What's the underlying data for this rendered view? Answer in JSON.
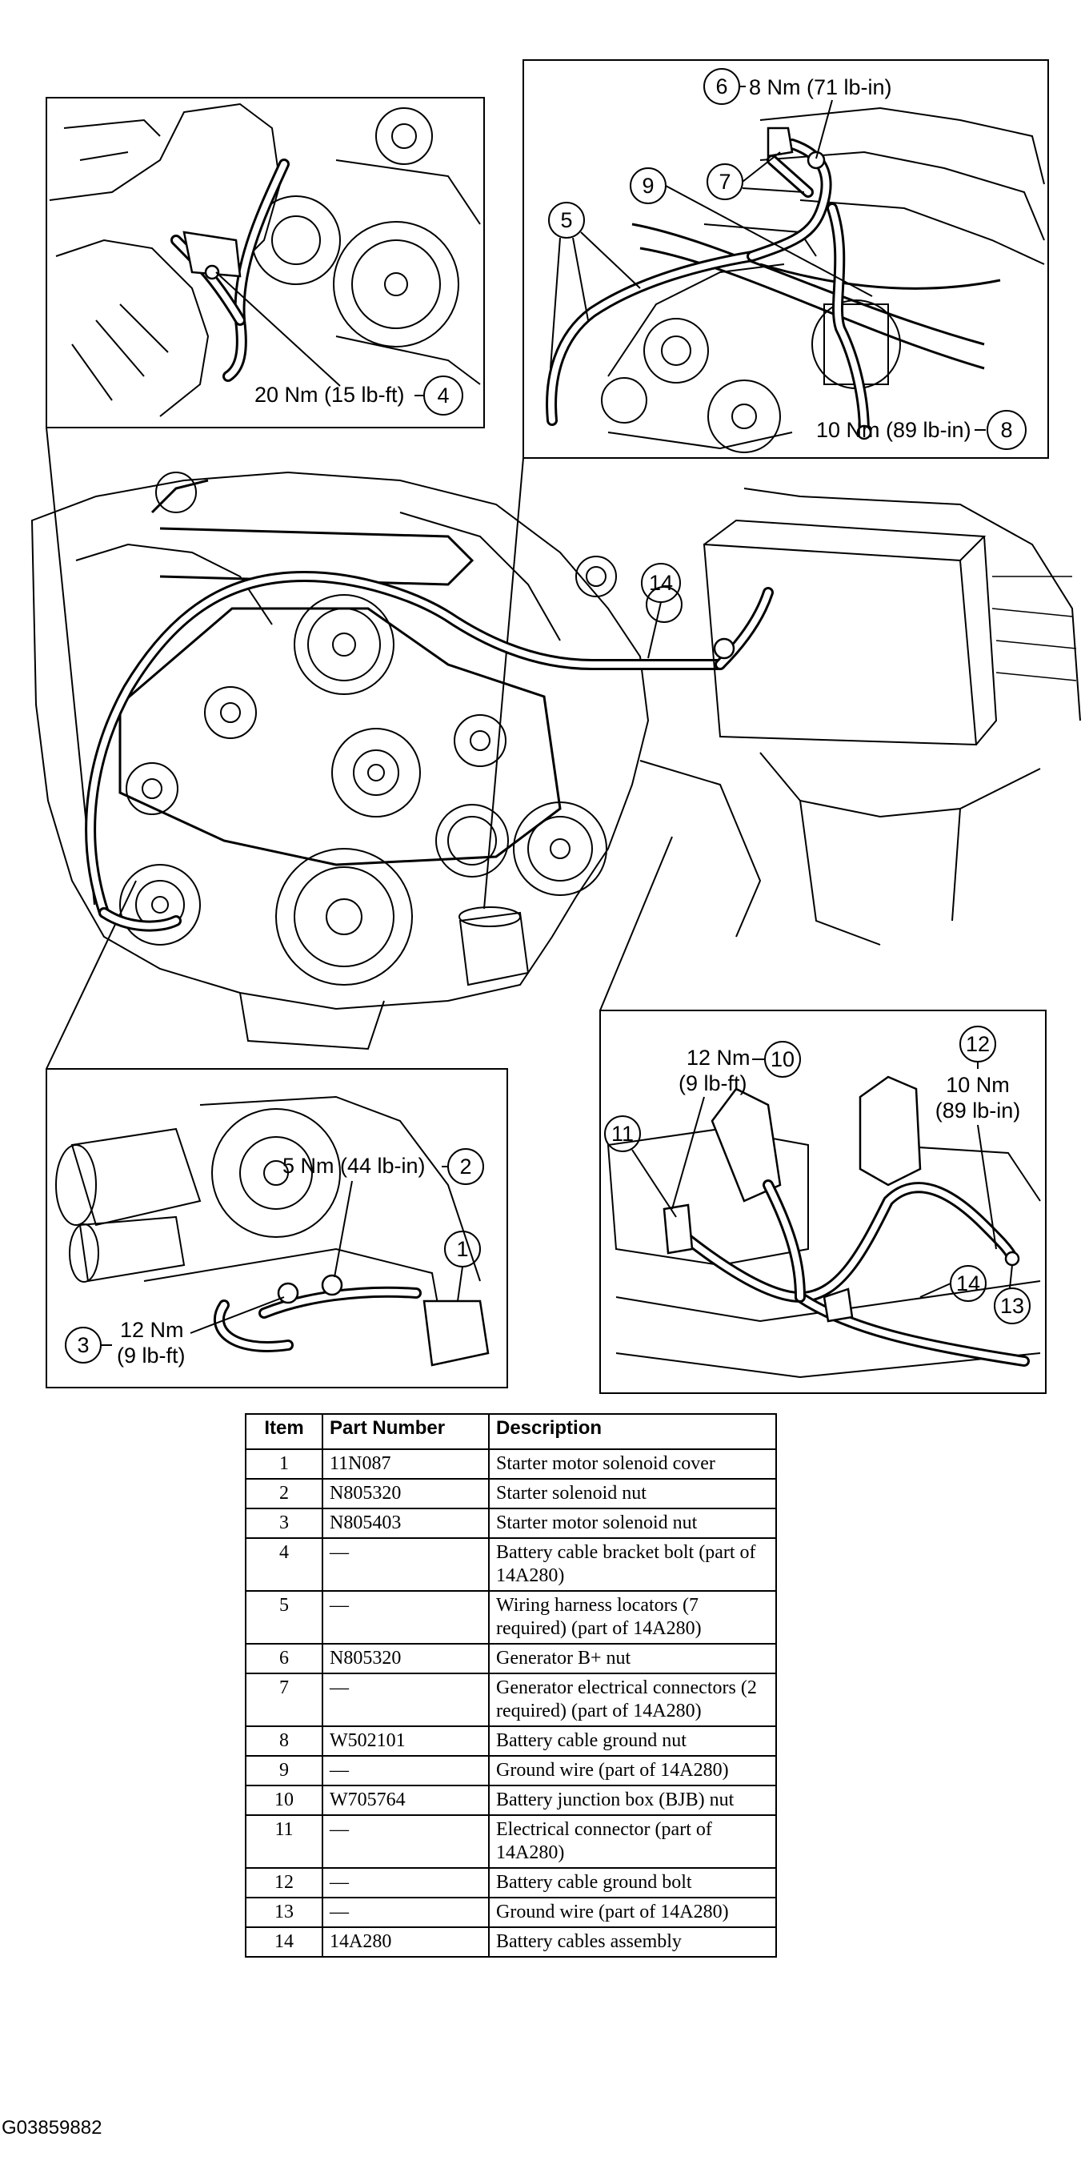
{
  "callouts": {
    "c1": "1",
    "c2": "2",
    "c3": "3",
    "c4": "4",
    "c5": "5",
    "c6": "6",
    "c7": "7",
    "c8": "8",
    "c9": "9",
    "c10": "10",
    "c11": "11",
    "c12": "12",
    "c13": "13",
    "c14_main": "14",
    "c14_detail": "14"
  },
  "torque": {
    "t4": "20 Nm (15 lb-ft)",
    "t6": "8 Nm (71 lb-in)",
    "t8": "10 Nm (89 lb-in)",
    "t2": "5 Nm (44 lb-in)",
    "t3_line1": "12 Nm",
    "t3_line2": "(9 lb-ft)",
    "t10_line1": "12 Nm",
    "t10_line2": "(9 lb-ft)",
    "t12_line1": "10 Nm",
    "t12_line2": "(89 lb-in)"
  },
  "table": {
    "headers": {
      "item": "Item",
      "part": "Part Number",
      "desc": "Description"
    },
    "rows": [
      {
        "item": "1",
        "part": "11N087",
        "desc": "Starter motor solenoid cover"
      },
      {
        "item": "2",
        "part": "N805320",
        "desc": "Starter solenoid nut"
      },
      {
        "item": "3",
        "part": "N805403",
        "desc": "Starter motor solenoid nut"
      },
      {
        "item": "4",
        "part": "—",
        "desc": "Battery cable bracket bolt (part of 14A280)"
      },
      {
        "item": "5",
        "part": "—",
        "desc": "Wiring harness locators (7 required) (part of 14A280)"
      },
      {
        "item": "6",
        "part": "N805320",
        "desc": "Generator B+ nut"
      },
      {
        "item": "7",
        "part": "—",
        "desc": "Generator electrical connectors (2 required) (part of 14A280)"
      },
      {
        "item": "8",
        "part": "W502101",
        "desc": "Battery cable ground nut"
      },
      {
        "item": "9",
        "part": "—",
        "desc": "Ground wire (part of 14A280)"
      },
      {
        "item": "10",
        "part": "W705764",
        "desc": "Battery junction box (BJB) nut"
      },
      {
        "item": "11",
        "part": "—",
        "desc": "Electrical connector (part of 14A280)"
      },
      {
        "item": "12",
        "part": "—",
        "desc": "Battery cable ground bolt"
      },
      {
        "item": "13",
        "part": "—",
        "desc": "Ground wire (part of 14A280)"
      },
      {
        "item": "14",
        "part": "14A280",
        "desc": "Battery cables assembly"
      }
    ]
  },
  "figure_id": "G03859882"
}
